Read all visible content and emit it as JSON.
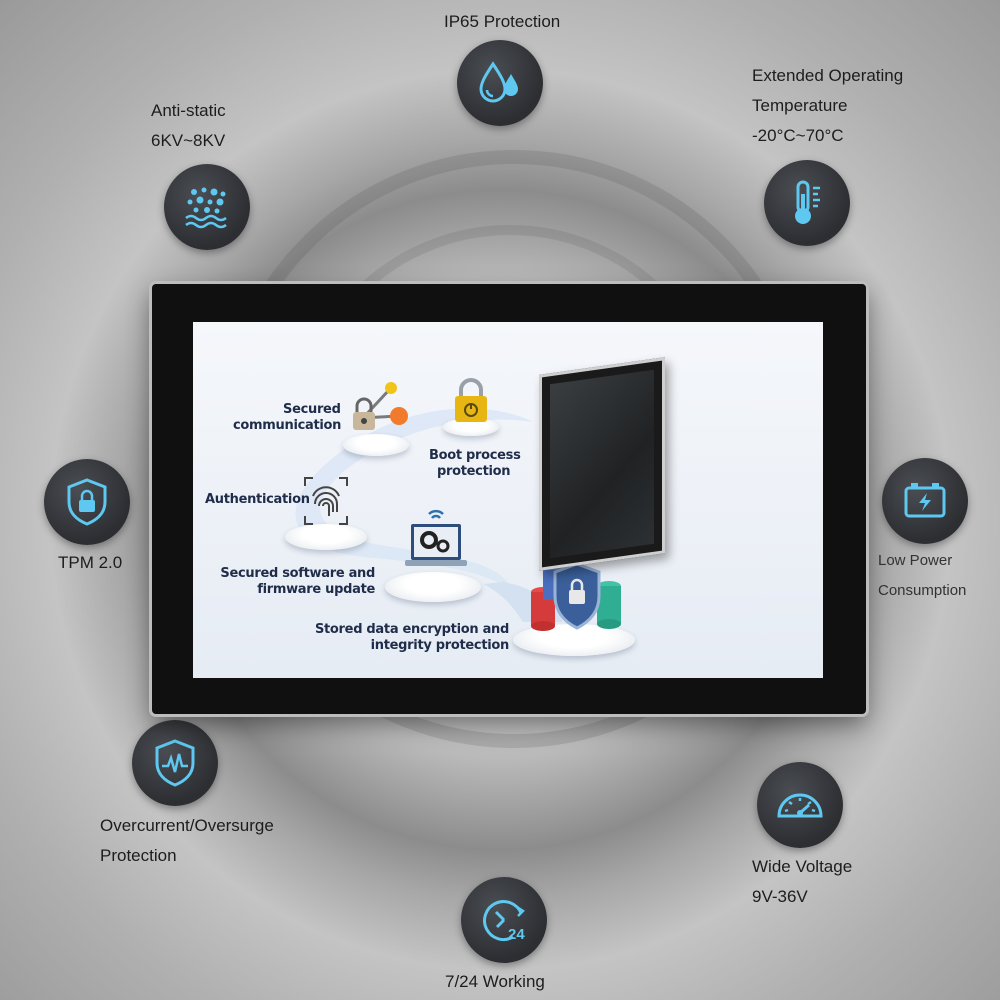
{
  "features": {
    "ip65": "IP65 Protection",
    "temperature": [
      "Extended Operating",
      "Temperature",
      "-20°C~70°C"
    ],
    "antistatic": [
      "Anti-static",
      "6KV~8KV"
    ],
    "tpm": "TPM 2.0",
    "low_power": [
      "Low Power",
      "Consumption"
    ],
    "overcurrent": [
      "Overcurrent/Oversurge",
      "Protection"
    ],
    "wide_voltage": [
      "Wide Voltage",
      "9V-36V"
    ],
    "working": "7/24 Working",
    "working_icon_text": "24"
  },
  "screen": {
    "secured_communication": [
      "Secured",
      "communication"
    ],
    "boot_process": [
      "Boot process",
      "protection"
    ],
    "authentication": "Authentication",
    "software_update": [
      "Secured software and",
      "firmware update"
    ],
    "stored_data": [
      "Stored data encryption and",
      "integrity protection"
    ]
  },
  "colors": {
    "accent": "#5ec8f0",
    "icon_bg": "#2f3135",
    "lock_gold": "#e8b613",
    "text_dark": "#1f2d4a"
  }
}
